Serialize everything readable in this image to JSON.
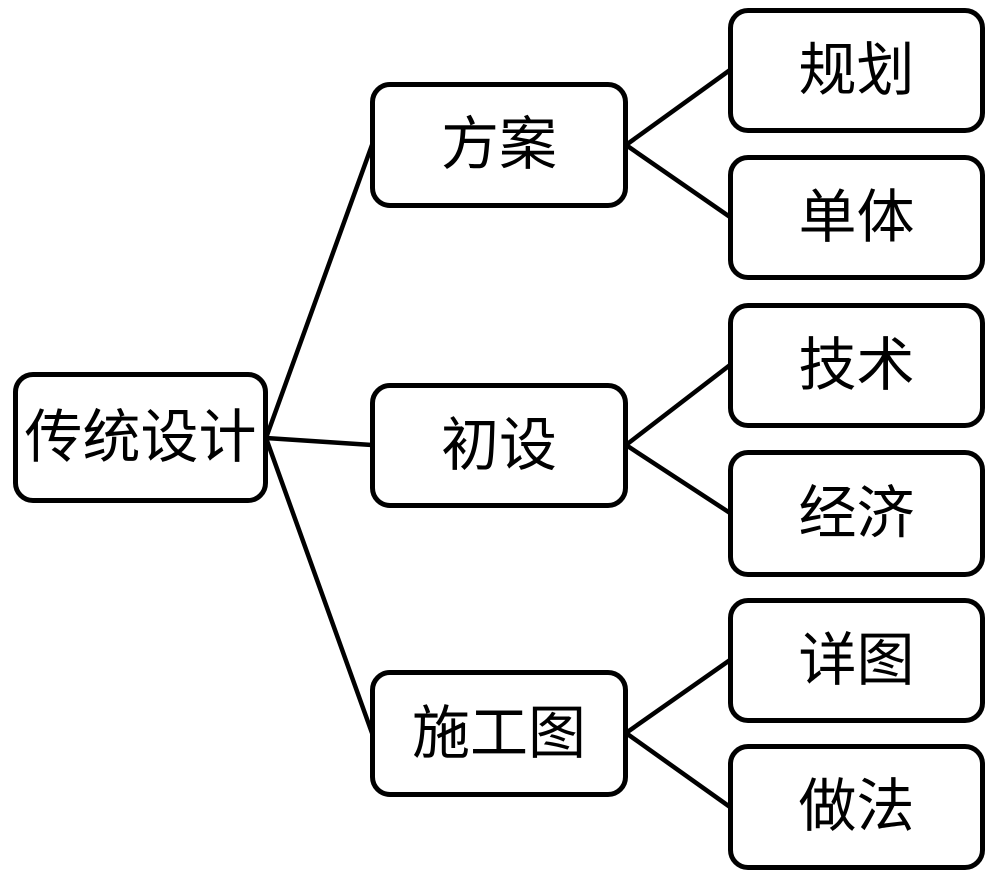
{
  "tree": {
    "root": {
      "label": "传统设计"
    },
    "children": [
      {
        "label": "方案",
        "children": [
          {
            "label": "规划"
          },
          {
            "label": "单体"
          }
        ]
      },
      {
        "label": "初设",
        "children": [
          {
            "label": "技术"
          },
          {
            "label": "经济"
          }
        ]
      },
      {
        "label": "施工图",
        "children": [
          {
            "label": "详图"
          },
          {
            "label": "做法"
          }
        ]
      }
    ]
  },
  "colors": {
    "line": "#000000",
    "box_border": "#000000",
    "box_fill": "#ffffff",
    "text": "#000000",
    "background": "#ffffff"
  }
}
